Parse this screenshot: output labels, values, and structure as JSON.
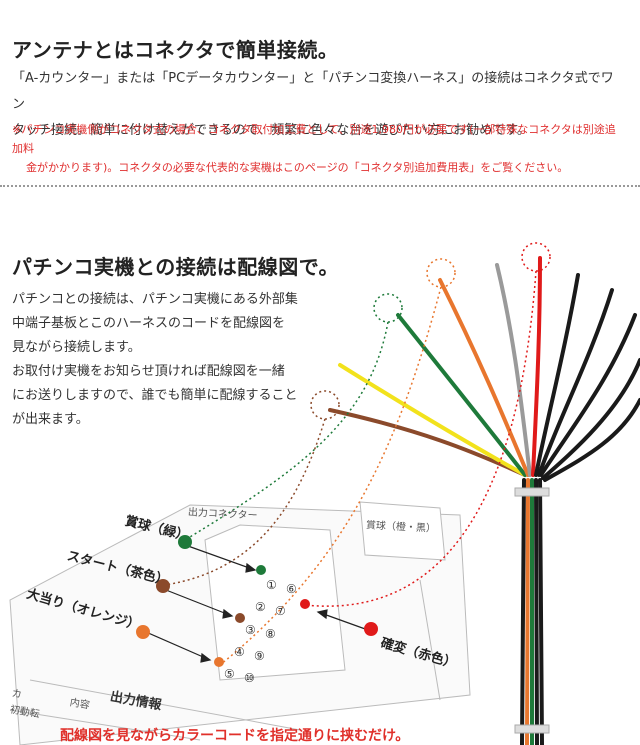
{
  "section1": {
    "title": "アンテナとはコネクタで簡単接続。",
    "body_line1": "「A-カウンター」または「PCデータカウンター」と「パチンコ変換ハーネス」の接続はコネクタ式でワン",
    "body_line2": "タッチ接続。簡単に付け替えができるので、頻繁に色々な台を遊びたい方にお勧めです。",
    "note_line1": "※パチンコ実機側がコネクタ式の場合、コネクタ取付加工費として、別途1,980円が必要です(一部特殊なコネクタは別途追加料",
    "note_line2": "金がかかります)。コネクタの必要な代表的な実機はこのページの「コネクタ別追加費用表」をご覧ください。"
  },
  "section2": {
    "title": "パチンコ実機との接続は配線図で。",
    "body_lines": [
      "パチンコとの接続は、パチンコ実機にある外部集",
      "中端子基板とこのハーネスのコードを配線図を",
      "見ながら接続します。",
      "お取付け実機をお知らせ頂ければ配線図を一緒",
      "にお送りしますので、誰でも簡単に配線すること",
      "が出来ます。"
    ]
  },
  "diagram": {
    "labels": {
      "prize": "賞球（緑）",
      "start": "スタート（茶色）",
      "jackpot": "大当り（オレンジ）",
      "probability": "確変（赤色）"
    },
    "board_header_left": "出力コネクター",
    "board_header_right": "賞球（橙・黒）",
    "board_title_small": "出力情報",
    "board_sub1": "カ",
    "board_sub2": "内容",
    "board_sub3": "初動転",
    "pins_left": [
      "①",
      "②",
      "③",
      "④",
      "⑤"
    ],
    "pins_right": [
      "⑥",
      "⑦",
      "⑧",
      "⑨",
      "⑩"
    ],
    "colors": {
      "green": "#1e7a3a",
      "brown": "#8b4a2b",
      "orange": "#e8762e",
      "red": "#e01a1a",
      "yellow": "#f2e21c",
      "gray": "#9a9a9a",
      "black": "#1a1a1a"
    }
  },
  "caption": "配線図を見ながらカラーコードを指定通りに挟むだけ。"
}
